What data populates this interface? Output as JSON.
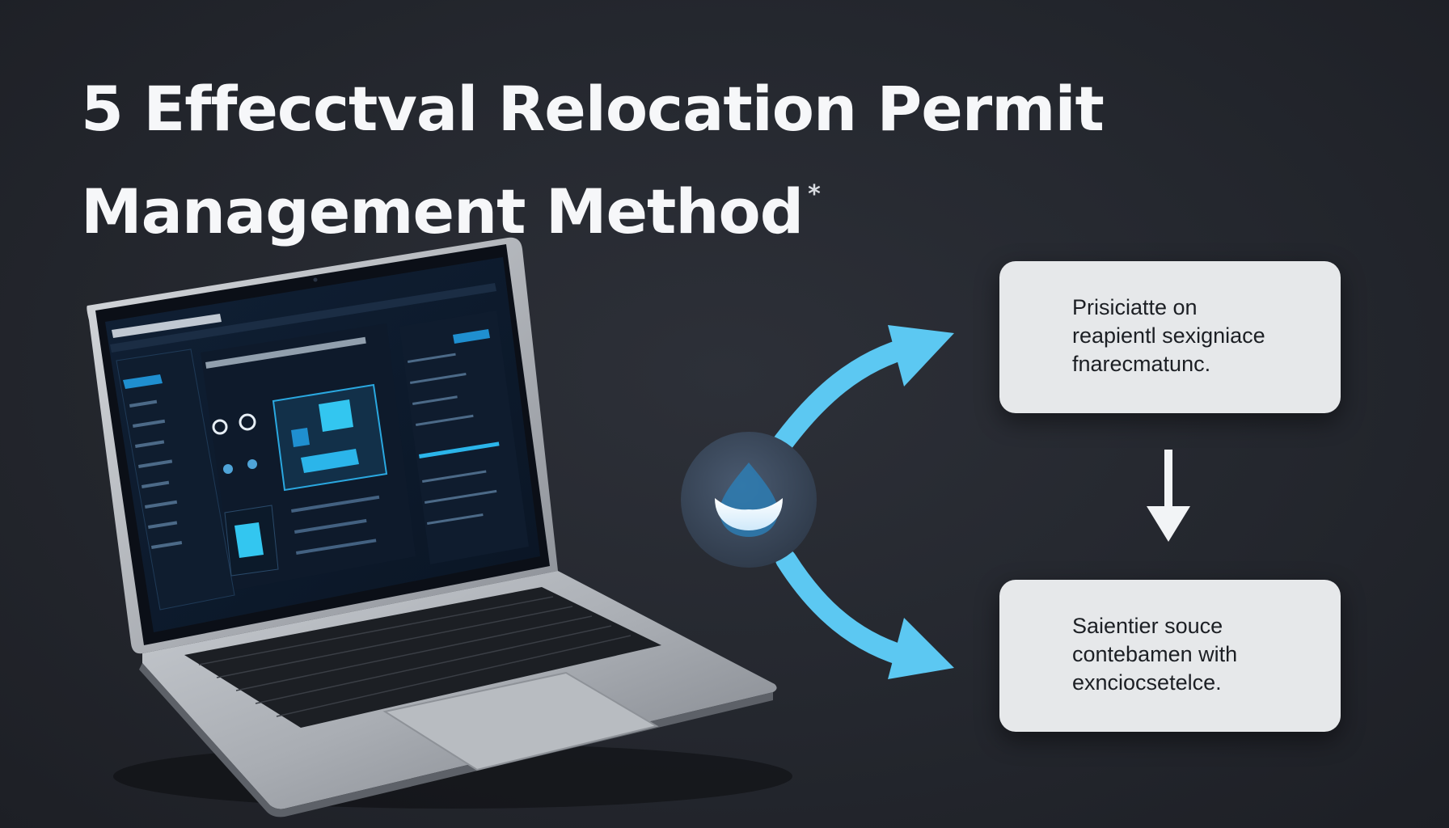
{
  "title": {
    "line1": "5 Effecctval Relocation Permit",
    "line2": "Management Method",
    "mark": "*"
  },
  "cards": [
    {
      "lines": [
        "Prisiciatte on",
        "reapientl sexigniace",
        "fnarecmatunc."
      ]
    },
    {
      "lines": [
        "Saientier souce",
        "contebamen with",
        "exnciocsetelce."
      ]
    }
  ],
  "colors": {
    "background": "#24272e",
    "title_text": "#f6f7f9",
    "arrow_accent": "#5cc8f2",
    "card_background": "#e6e8ea",
    "card_text": "#1c1f24",
    "screen_accent": "#33c6f0",
    "hub_circle": "#3b4a5c"
  },
  "icons": {
    "hub": "cloud-drop-icon",
    "flow_down": "arrow-down-icon"
  }
}
